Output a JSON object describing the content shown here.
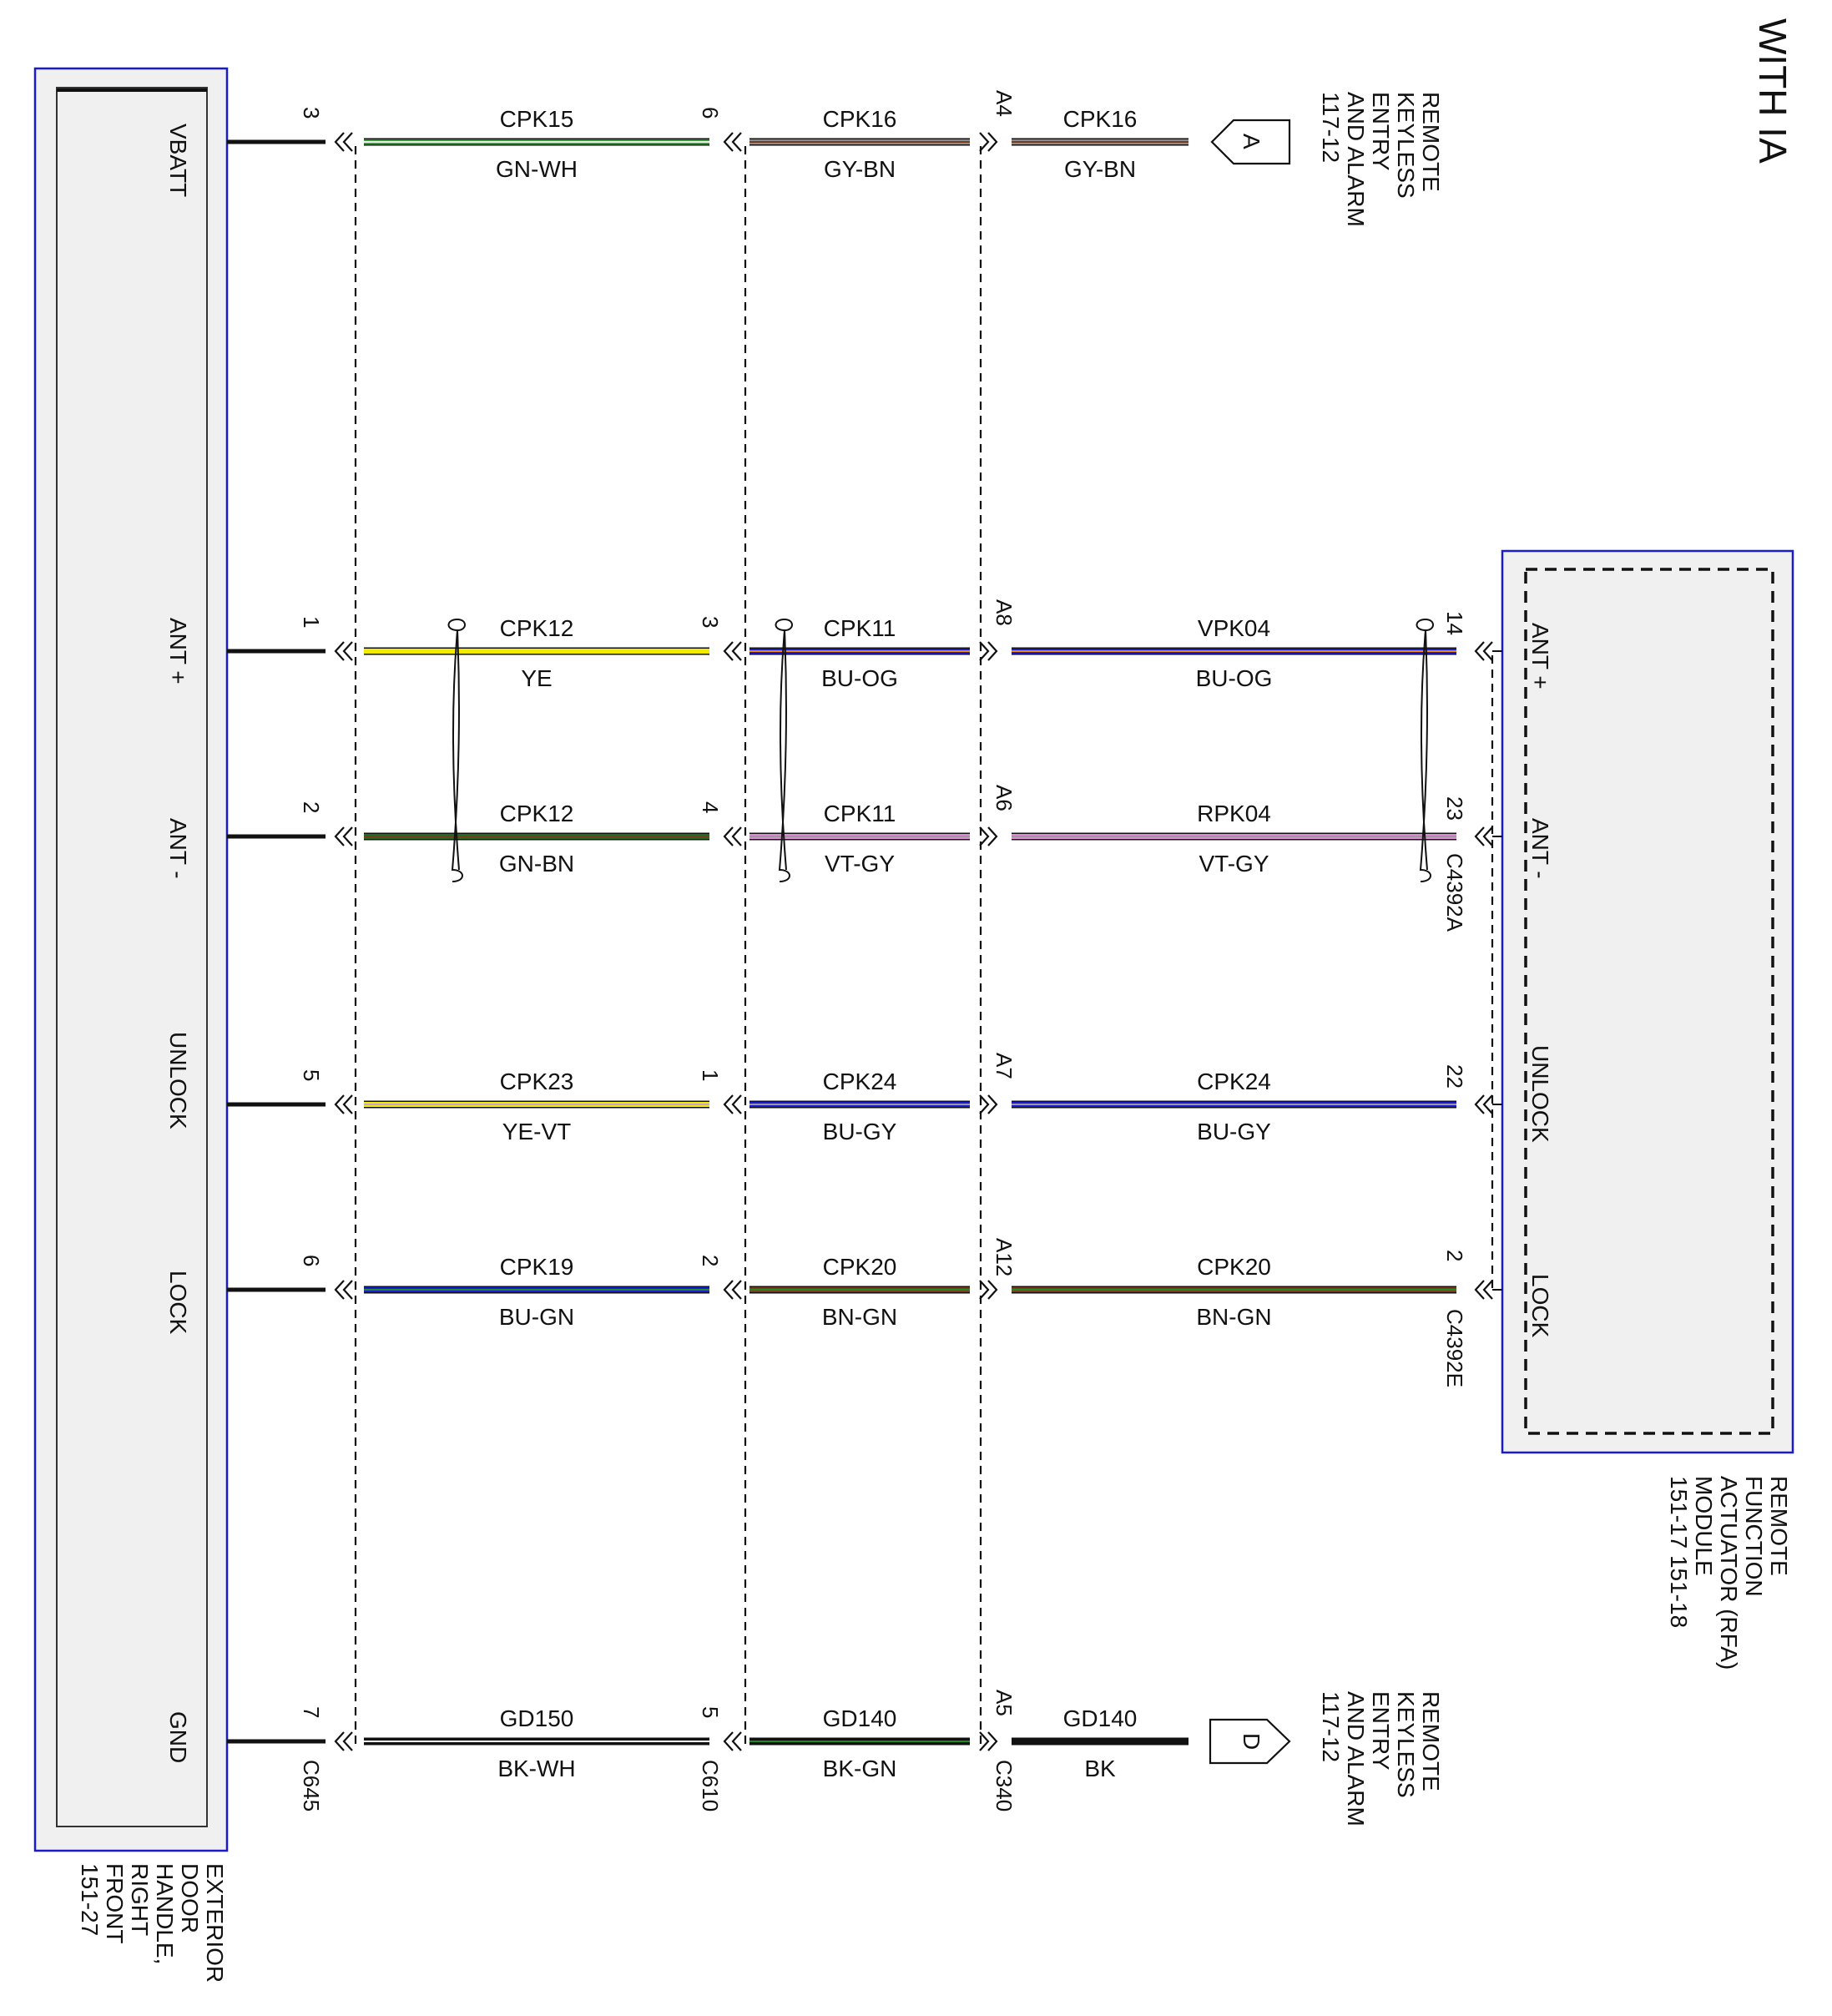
{
  "header": {
    "title": "WITH IA"
  },
  "left_component": {
    "name_lines": [
      "EXTERIOR",
      "DOOR",
      "HANDLE,",
      "RIGHT",
      "FRONT",
      "151-27"
    ],
    "connector": "C645",
    "pins": [
      "VBATT",
      "ANT +",
      "ANT -",
      "UNLOCK",
      "LOCK",
      "GND"
    ]
  },
  "right_component": {
    "name_lines": [
      "REMOTE",
      "FUNCTION",
      "ACTUATOR (RFA)",
      "MODULE",
      "151-17    151-18"
    ],
    "pins": [
      "ANT +",
      "ANT -",
      "UNLOCK",
      "LOCK"
    ],
    "connectors": [
      "C4392A",
      "C4392E"
    ]
  },
  "connectors": [
    "C645",
    "C610",
    "C340"
  ],
  "refs": [
    {
      "letter": "A",
      "lines": [
        "REMOTE",
        "KEYLESS",
        "ENTRY",
        "AND ALARM",
        "117-12"
      ]
    },
    {
      "letter": "D",
      "lines": [
        "REMOTE",
        "KEYLESS",
        "ENTRY",
        "AND ALARM",
        "117-12"
      ]
    }
  ],
  "rows": [
    {
      "pin_left": "3",
      "segments": [
        {
          "circuit": "CPK15",
          "color_code": "GN-WH",
          "base": "#2e9e2e",
          "stripe": "#ffffff"
        },
        {
          "circuit": "CPK16",
          "color_code": "GY-BN",
          "base": "#8b8b8b",
          "stripe": "#7a3b1e"
        },
        {
          "circuit": "CPK16",
          "color_code": "GY-BN",
          "base": "#8b8b8b",
          "stripe": "#7a3b1e"
        }
      ],
      "pin_c610": "6",
      "pin_c340": "A4",
      "pin_right": "",
      "end": "A"
    },
    {
      "pin_left": "1",
      "segments": [
        {
          "circuit": "CPK12",
          "color_code": "YE",
          "base": "#f2ec00",
          "stripe": ""
        },
        {
          "circuit": "CPK11",
          "color_code": "BU-OG",
          "base": "#1a1adb",
          "stripe": "#f08c00"
        },
        {
          "circuit": "VPK04",
          "color_code": "BU-OG",
          "base": "#1a1adb",
          "stripe": "#f08c00"
        }
      ],
      "pin_c610": "3",
      "pin_c340": "A8",
      "pin_right": "14",
      "end": "rfa"
    },
    {
      "pin_left": "2",
      "segments": [
        {
          "circuit": "CPK12",
          "color_code": "GN-BN",
          "base": "#1f6e1f",
          "stripe": "#7a3b1e"
        },
        {
          "circuit": "CPK11",
          "color_code": "VT-GY",
          "base": "#e08ad8",
          "stripe": "#9a9a9a"
        },
        {
          "circuit": "RPK04",
          "color_code": "VT-GY",
          "base": "#e08ad8",
          "stripe": "#9a9a9a"
        }
      ],
      "pin_c610": "4",
      "pin_c340": "A6",
      "pin_right": "23",
      "end": "rfa"
    },
    {
      "pin_left": "5",
      "segments": [
        {
          "circuit": "CPK23",
          "color_code": "YE-VT",
          "base": "#f2ec00",
          "stripe": "#c9a0dc"
        },
        {
          "circuit": "CPK24",
          "color_code": "BU-GY",
          "base": "#1a1adb",
          "stripe": "#9a9a9a"
        },
        {
          "circuit": "CPK24",
          "color_code": "BU-GY",
          "base": "#1a1adb",
          "stripe": "#9a9a9a"
        }
      ],
      "pin_c610": "1",
      "pin_c340": "A7",
      "pin_right": "22",
      "end": "rfa"
    },
    {
      "pin_left": "6",
      "segments": [
        {
          "circuit": "CPK19",
          "color_code": "BU-GN",
          "base": "#1a1adb",
          "stripe": "#1f8a1f"
        },
        {
          "circuit": "CPK20",
          "color_code": "BN-GN",
          "base": "#7a3b1e",
          "stripe": "#1f8a1f"
        },
        {
          "circuit": "CPK20",
          "color_code": "BN-GN",
          "base": "#7a3b1e",
          "stripe": "#1f8a1f"
        }
      ],
      "pin_c610": "2",
      "pin_c340": "A12",
      "pin_right": "2",
      "end": "rfa"
    },
    {
      "pin_left": "7",
      "segments": [
        {
          "circuit": "GD150",
          "color_code": "BK-WH",
          "base": "#111111",
          "stripe": "#ffffff"
        },
        {
          "circuit": "GD140",
          "color_code": "BK-GN",
          "base": "#111111",
          "stripe": "#1f8a1f"
        },
        {
          "circuit": "GD140",
          "color_code": "BK",
          "base": "#111111",
          "stripe": ""
        }
      ],
      "pin_c610": "5",
      "pin_c340": "A5",
      "pin_right": "",
      "end": "D"
    }
  ]
}
